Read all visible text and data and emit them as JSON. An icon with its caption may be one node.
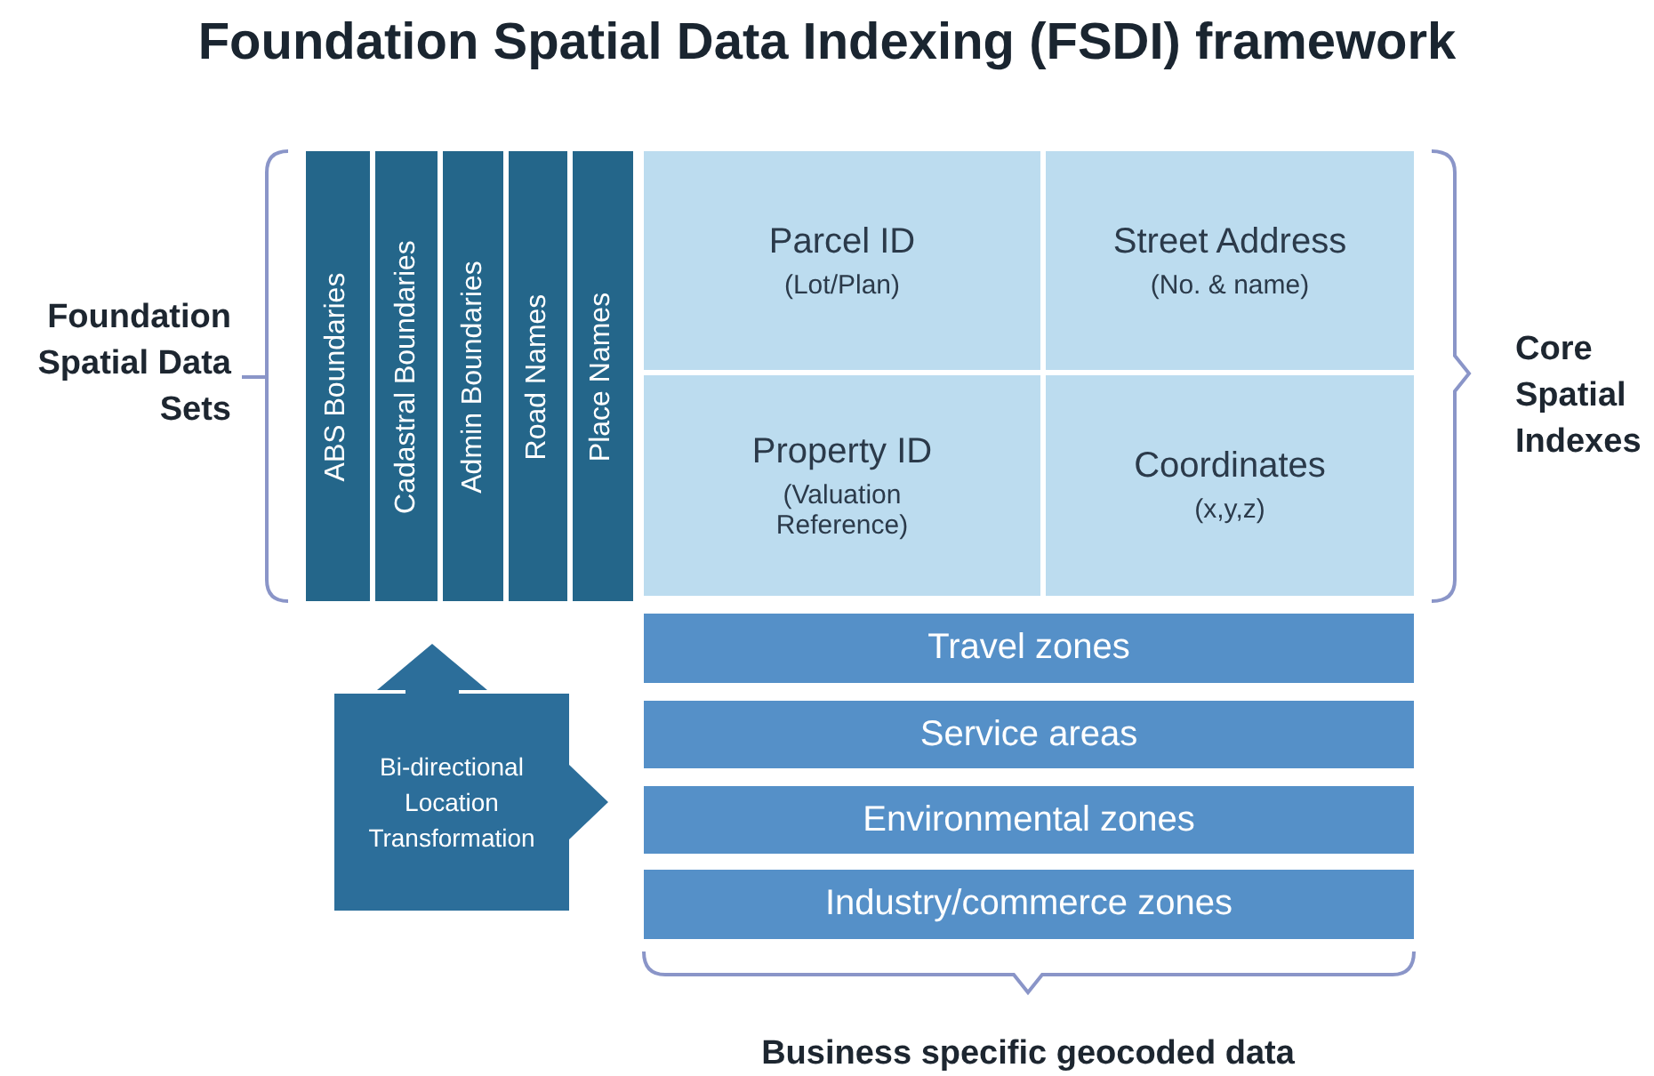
{
  "diagram": {
    "title": "Foundation Spatial Data Indexing (FSDI) framework",
    "nodes": [
      {
        "text": [
          "ABS Boundaries"
        ]
      },
      {
        "text": [
          "Cadastral Boundaries"
        ]
      },
      {
        "text": [
          "Admin Boundaries"
        ]
      },
      {
        "text": [
          "Road Names"
        ]
      },
      {
        "text": [
          "Place Names"
        ]
      },
      {
        "text": [
          "Parcel ID",
          "(Lot/Plan)"
        ]
      },
      {
        "text": [
          "Street Address",
          "(No. & name)"
        ]
      },
      {
        "text": [
          "Property ID",
          "(Valuation Reference)"
        ]
      },
      {
        "text": [
          "Coordinates",
          "(x,y,z)"
        ]
      },
      {
        "text": [
          "Travel zones"
        ]
      },
      {
        "text": [
          "Service areas"
        ]
      },
      {
        "text": [
          "Environmental zones"
        ]
      },
      {
        "text": [
          "Industry/commerce zones"
        ]
      },
      {
        "text": [
          "Bi-directional Location Transformation"
        ]
      }
    ],
    "labels": [
      "Foundation Spatial Data Sets",
      "Core Spatial Indexes",
      "Business specific geocoded data"
    ]
  }
}
